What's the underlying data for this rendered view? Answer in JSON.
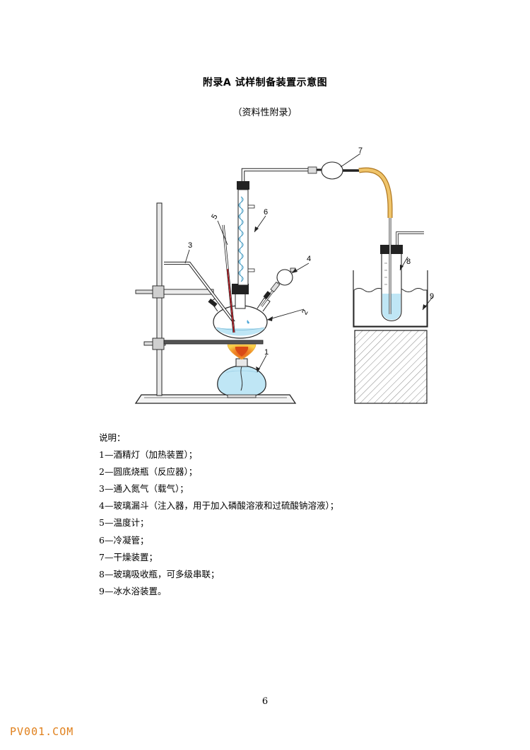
{
  "header": {
    "title": "附录A  试样制备装置示意图",
    "subtitle": "（资料性附录）"
  },
  "figure": {
    "callouts": [
      "1",
      "2",
      "3",
      "4",
      "5",
      "6",
      "7",
      "8",
      "9"
    ]
  },
  "legend": {
    "heading": "说明：",
    "items": [
      "1—酒精灯（加热装置）；",
      "2—圆底烧瓶（反应器）；",
      "3—通入氮气（载气）；",
      "4—玻璃漏斗（注入器，用于加入磷酸溶液和过硫酸钠溶液）；",
      "5—温度计；",
      "6—冷凝管；",
      "7—干燥装置；",
      "8—玻璃吸收瓶，可多级串联；",
      "9—冰水浴装置。"
    ]
  },
  "footer": {
    "page_number": "6",
    "watermark": "PV001.COM"
  },
  "colors": {
    "water": "#bfe6f5",
    "flame_outer": "#f7c73a",
    "flame_inner": "#e35a1a",
    "tube": "#d9a441",
    "thermometer_red": "#b3121b",
    "stopper": "#222222",
    "hatch": "#888888"
  }
}
